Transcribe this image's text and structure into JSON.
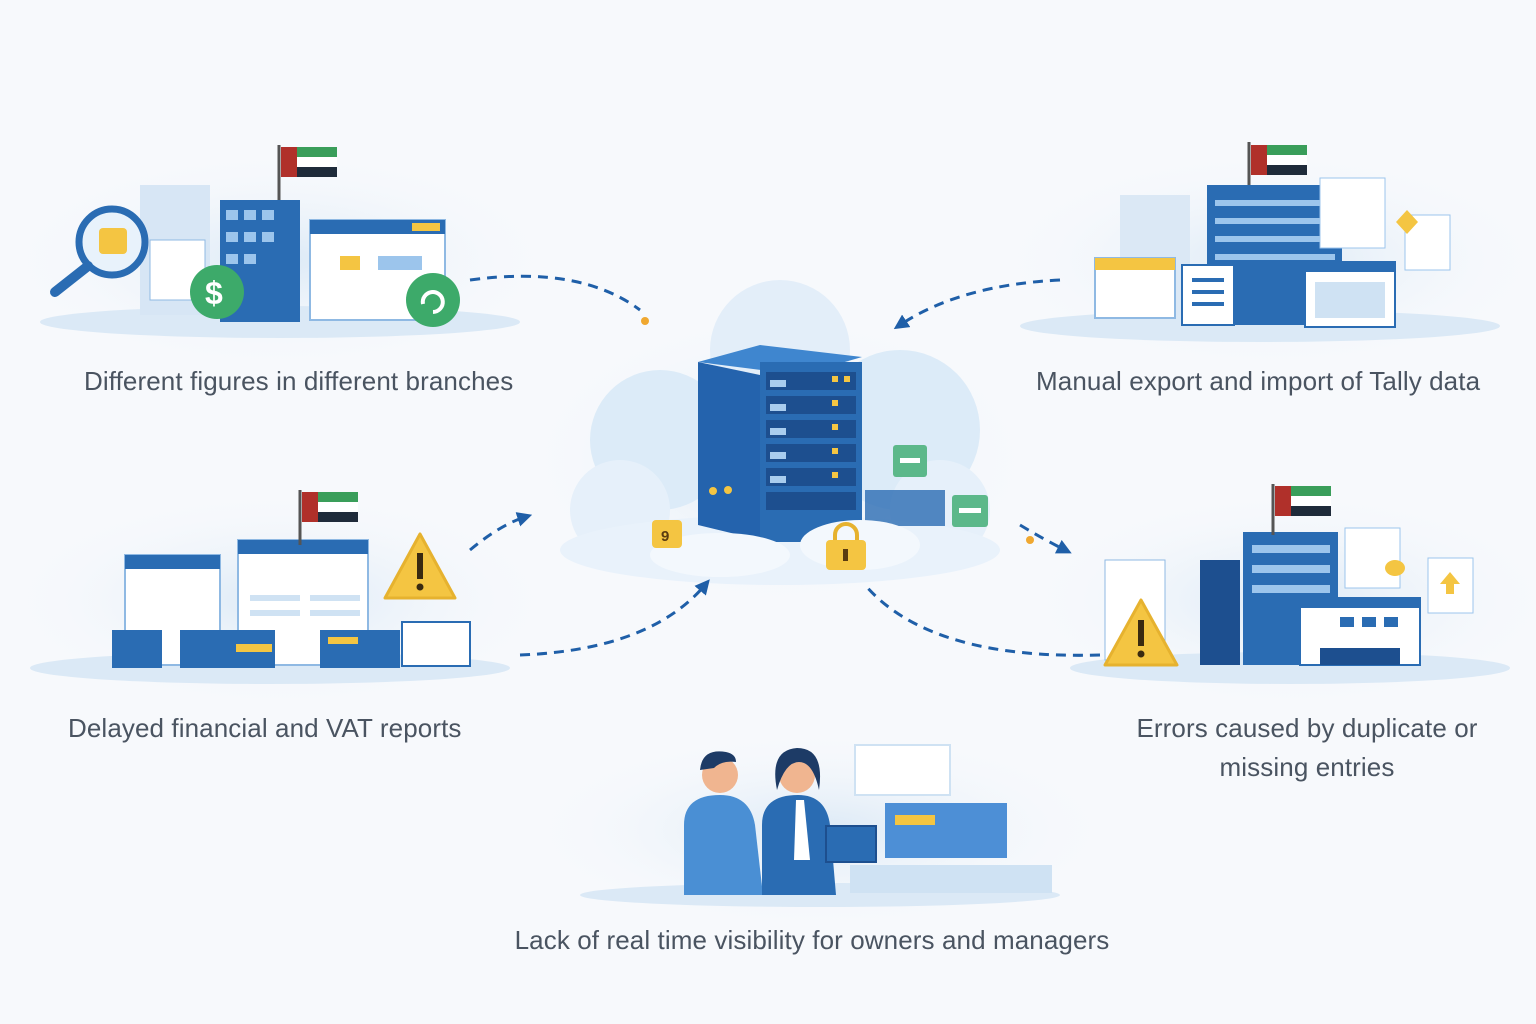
{
  "title": "Multi-branch accounting challenges",
  "colors": {
    "primary": "#2a6cb3",
    "dark": "#1d4f8f",
    "light": "#cfe2f3",
    "accent": "#f4c542",
    "green": "#3daa6a",
    "text": "#4a5461"
  },
  "central": {
    "icon": "cloud-server-icon"
  },
  "challenges": [
    {
      "label": "Different figures in different branches",
      "icon": "branch-buildings-icon"
    },
    {
      "label": "Manual export and import of Tally data",
      "icon": "office-documents-icon"
    },
    {
      "label": "Delayed financial and VAT reports",
      "icon": "warning-reports-icon"
    },
    {
      "label_line1": "Errors caused by duplicate or",
      "label_line2": "missing entries",
      "icon": "warning-buildings-icon"
    },
    {
      "label": "Lack of real time visibility for owners and managers",
      "icon": "managers-dashboard-icon"
    }
  ]
}
